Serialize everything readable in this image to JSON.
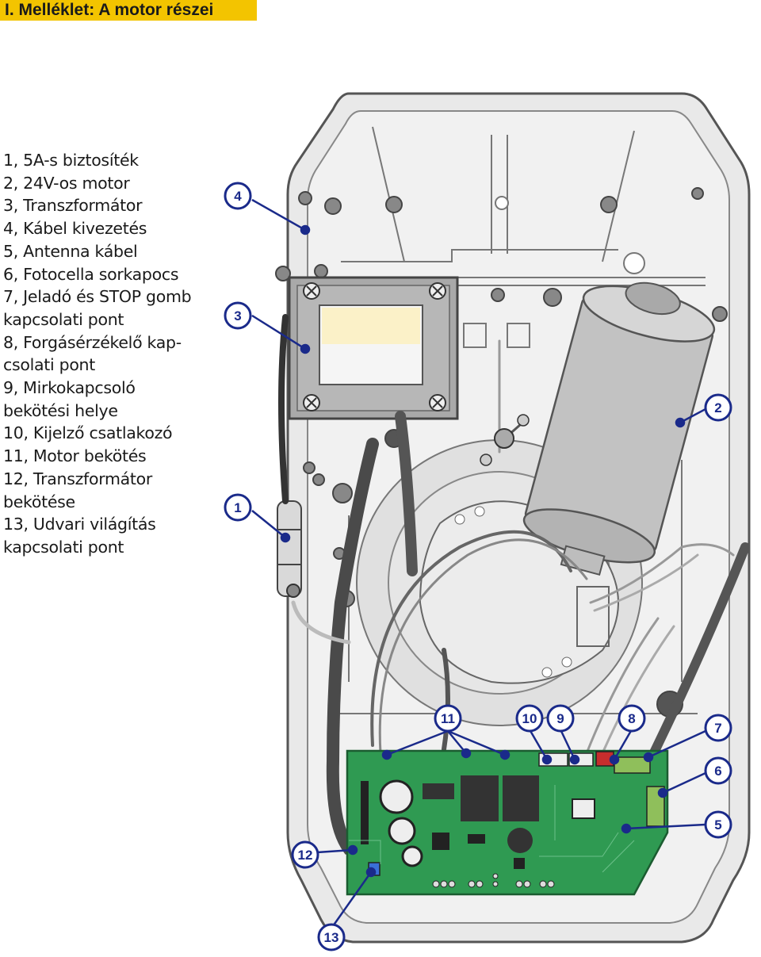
{
  "title": "I. Melléklet: A motor részei",
  "legend": [
    "1, 5A-s biztosíték",
    "2, 24V-os motor",
    "3, Transzformátor",
    "4, Kábel kivezetés",
    "5, Antenna kábel",
    "6, Fotocella sorkapocs",
    "7, Jeladó és STOP gomb\nkapcsolati pont",
    "8, Forgásérzékelő kap-\ncsolati pont",
    "9, Mirkokapcsoló\nbekötési helye",
    "10, Kijelző csatlakozó",
    "11, Motor bekötés",
    "12, Transzformátor\nbekötése",
    "13, Udvari világítás\nkapcsolati pont"
  ],
  "callouts": [
    "1",
    "2",
    "3",
    "4",
    "5",
    "6",
    "7",
    "8",
    "9",
    "10",
    "11",
    "12",
    "13"
  ],
  "colors": {
    "title_bg": "#f3c400",
    "callout": "#1a2a8a",
    "pcb": "#2f9a52",
    "housing": "#ececec"
  }
}
